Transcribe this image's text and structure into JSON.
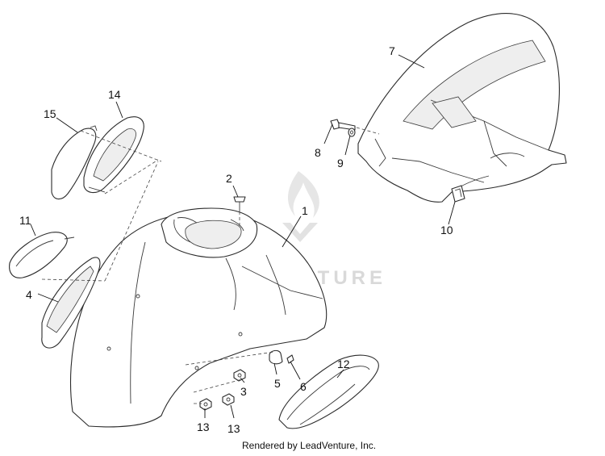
{
  "watermark": {
    "text": "LEADVENTURE"
  },
  "footer": {
    "text": "Rendered by LeadVenture, Inc."
  },
  "callouts": {
    "c1": "1",
    "c2": "2",
    "c3": "3",
    "c4": "4",
    "c5": "5",
    "c6": "6",
    "c7": "7",
    "c8": "8",
    "c9": "9",
    "c10": "10",
    "c11": "11",
    "c12": "12",
    "c13a": "13",
    "c13b": "13",
    "c14": "14",
    "c15": "15"
  }
}
